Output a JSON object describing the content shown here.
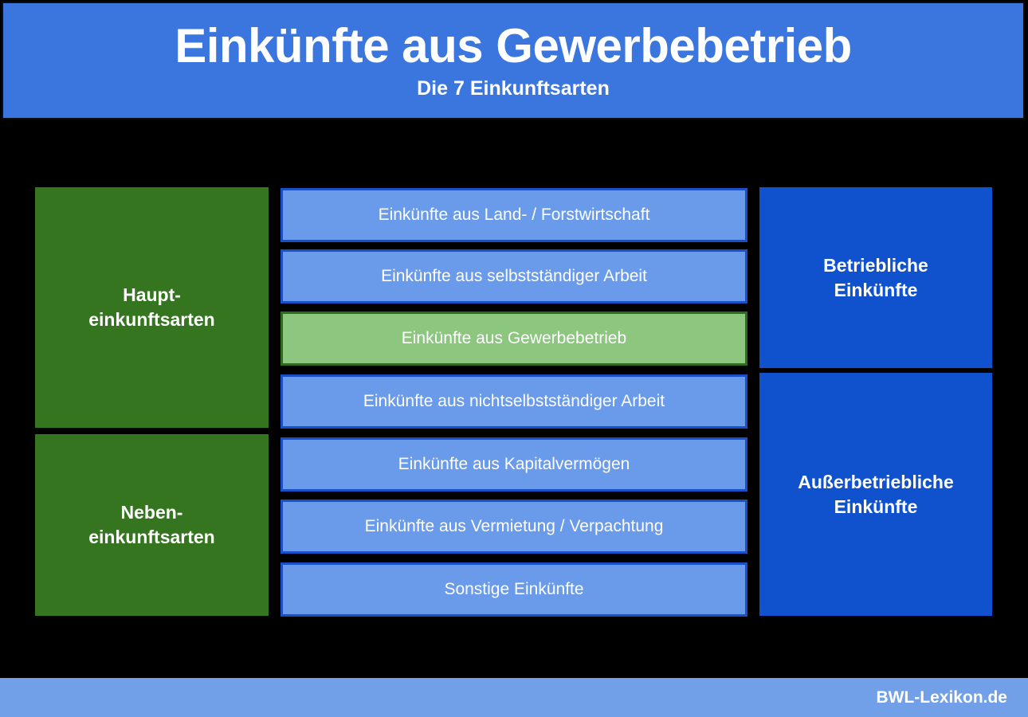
{
  "header": {
    "title": "Einkünfte aus Gewerbebetrieb",
    "subtitle": "Die 7 Einkunftsarten",
    "background_color": "#3a76de",
    "text_color": "#ffffff"
  },
  "diagram": {
    "background_color": "#000000",
    "groups": [
      {
        "id": "haupt",
        "label": "Haupt-\neinkunftsarten",
        "color": "#357520"
      },
      {
        "id": "neben",
        "label": "Neben-\neinkunftsarten",
        "color": "#357520"
      }
    ],
    "income_types": [
      {
        "index": 1,
        "label": "Einkünfte aus Land- / Forstwirtschaft",
        "highlighted": false,
        "fill_color": "#6a9aea",
        "border_color": "#1950c8"
      },
      {
        "index": 2,
        "label": "Einkünfte aus selbstständiger Arbeit",
        "highlighted": false,
        "fill_color": "#6a9aea",
        "border_color": "#1950c8"
      },
      {
        "index": 3,
        "label": "Einkünfte aus Gewerbebetrieb",
        "highlighted": true,
        "fill_color": "#8dc67f",
        "border_color": "#2f6b1f"
      },
      {
        "index": 4,
        "label": "Einkünfte aus nichtselbstständiger Arbeit",
        "highlighted": false,
        "fill_color": "#6a9aea",
        "border_color": "#1950c8"
      },
      {
        "index": 5,
        "label": "Einkünfte aus Kapitalvermögen",
        "highlighted": false,
        "fill_color": "#6a9aea",
        "border_color": "#1950c8"
      },
      {
        "index": 6,
        "label": "Einkünfte aus Vermietung / Verpachtung",
        "highlighted": false,
        "fill_color": "#6a9aea",
        "border_color": "#1950c8"
      },
      {
        "index": 7,
        "label": "Sonstige Einkünfte",
        "highlighted": false,
        "fill_color": "#6a9aea",
        "border_color": "#1950c8"
      }
    ],
    "aggregates": [
      {
        "id": "betrieblich",
        "label": "Betriebliche\nEinkünfte",
        "color": "#1052ce"
      },
      {
        "id": "ausserbetrieblich",
        "label": "Außerbetriebliche\nEinkünfte",
        "color": "#1052ce"
      }
    ]
  },
  "footer": {
    "brand": "BWL-Lexikon.de",
    "background_color": "#72a0e8",
    "text_color": "#ffffff"
  }
}
